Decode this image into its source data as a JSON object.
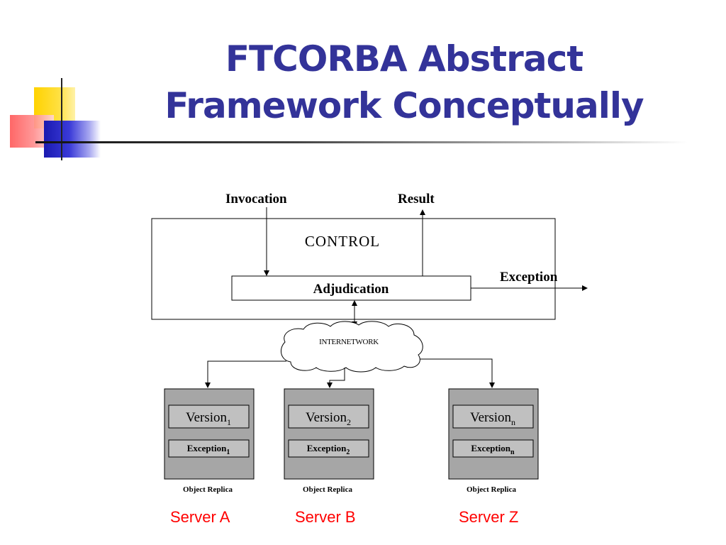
{
  "title": {
    "line1": "FTCORBA Abstract",
    "line2": "Framework Conceptually"
  },
  "diagram": {
    "invocation_label": "Invocation",
    "result_label": "Result",
    "control_label": "CONTROL",
    "adjudication_label": "Adjudication",
    "exception_label": "Exception",
    "network_label": "INTERNETWORK",
    "replicas": [
      {
        "version": "Version",
        "version_sub": "1",
        "exception": "Exception",
        "exception_sub": "1",
        "caption": "Object Replica",
        "server": "Server A"
      },
      {
        "version": "Version",
        "version_sub": "2",
        "exception": "Exception",
        "exception_sub": "2",
        "caption": "Object Replica",
        "server": "Server B"
      },
      {
        "version": "Version",
        "version_sub": "n",
        "exception": "Exception",
        "exception_sub": "n",
        "caption": "Object Replica",
        "server": "Server Z"
      }
    ]
  },
  "colors": {
    "title": "#333399",
    "server_label": "#ff0000",
    "replica_fill": "#a6a6a6",
    "inner_box_fill": "#c0c0c0"
  }
}
